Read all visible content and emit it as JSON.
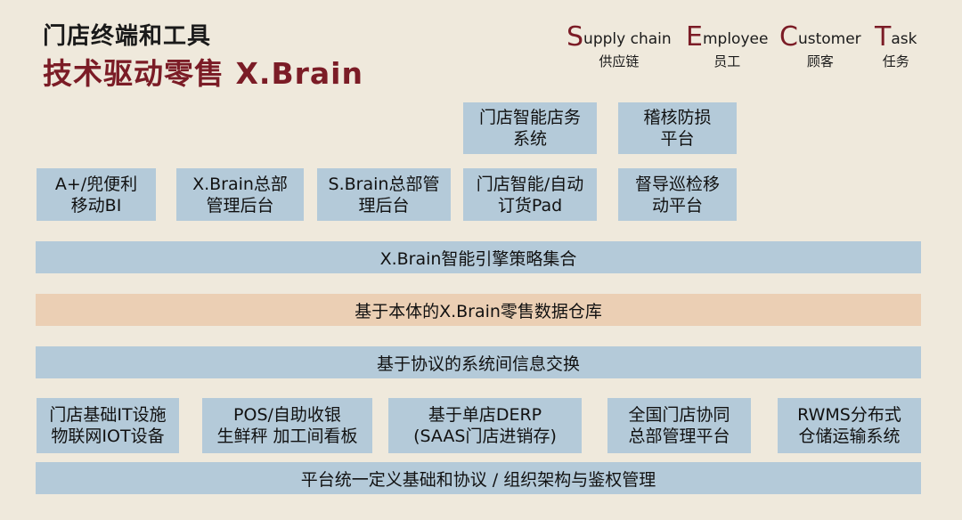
{
  "header": {
    "title_line1": "门店终端和工具",
    "title_line2": "技术驱动零售 X.Brain"
  },
  "sect": [
    {
      "initial": "S",
      "rest": "upply chain",
      "cn": "供应链"
    },
    {
      "initial": "E",
      "rest": "mployee",
      "cn": "员工"
    },
    {
      "initial": "C",
      "rest": "ustomer",
      "cn": "顾客"
    },
    {
      "initial": "T",
      "rest": "ask",
      "cn": "任务"
    }
  ],
  "top_boxes": [
    {
      "label": "门店智能店务\n系统"
    },
    {
      "label": "稽核防损\n平台"
    }
  ],
  "mid_boxes": [
    {
      "label": "A+/兜便利\n移动BI"
    },
    {
      "label": "X.Brain总部\n管理后台"
    },
    {
      "label": "S.Brain总部管\n理后台"
    },
    {
      "label": "门店智能/自动\n订货Pad"
    },
    {
      "label": "督导巡检移\n动平台"
    }
  ],
  "layers": {
    "engine": "X.Brain智能引擎策略集合",
    "warehouse": "基于本体的X.Brain零售数据仓库",
    "exchange": "基于协议的系统间信息交换",
    "platform": "平台统一定义基础和协议 / 组织架构与鉴权管理"
  },
  "bottom_boxes": [
    {
      "label": "门店基础IT设施\n物联网IOT设备"
    },
    {
      "label": "POS/自助收银\n生鲜秤 加工间看板"
    },
    {
      "label": "基于单店DERP\n(SAAS门店进销存)"
    },
    {
      "label": "全国门店协同\n总部管理平台"
    },
    {
      "label": "RWMS分布式\n仓储运输系统"
    }
  ],
  "colors": {
    "background": "#efe9dc",
    "box": "#b4cad9",
    "warehouse_bar": "#ebcfb4",
    "accent": "#7b1c26"
  }
}
